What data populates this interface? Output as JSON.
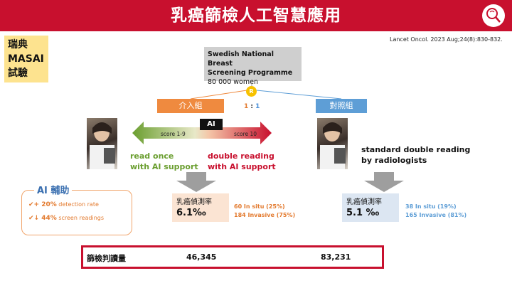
{
  "header": {
    "title": "乳癌篩檢人工智慧應用"
  },
  "study_label": {
    "line1": "瑞典",
    "line2": "MASAI",
    "line3": "試驗"
  },
  "citation": "Lancet Oncol. 2023 Aug;24(8):830-832.",
  "programme": {
    "name_line1": "Swedish National Breast",
    "name_line2": "Screening Programme",
    "population": "80 000 women"
  },
  "randomization": {
    "symbol": "R",
    "ratio_a": "1",
    "ratio_sep": " : ",
    "ratio_b": "1"
  },
  "intervention": {
    "tab_label": "介入組",
    "ai_tag": "AI",
    "score_low": "score 1-9",
    "score_high": "score 10",
    "read_once_line1": "read once",
    "read_once_line2": "with AI support",
    "double_line1": "double reading",
    "double_line2": "with AI support",
    "rate_label": "乳癌偵測率",
    "rate_value": "6.1‰",
    "detail_line1": "60 In situ (25%)",
    "detail_line2": "184 Invasive (75%)"
  },
  "control": {
    "tab_label": "對照組",
    "desc_line1": "standard double reading",
    "desc_line2": "by radiologists",
    "rate_label": "乳癌偵測率",
    "rate_value": "5.1 ‰",
    "detail_line1": "38 In situ (19%)",
    "detail_line2": "165 Invasive (81%)"
  },
  "ai_aid": {
    "title": "AI 輔助",
    "line1_value": "+ 20%",
    "line1_text": " detection rate",
    "line2_value": " 44%",
    "line2_text": " screen readings"
  },
  "reads": {
    "label": "篩檢判讀量",
    "intervention": "46,345",
    "control": "83,231"
  },
  "colors": {
    "brand_red": "#c8102e",
    "orange": "#ef8a3f",
    "blue": "#5e9ed6",
    "green": "#6a9e2f",
    "yellow": "#fde38f"
  },
  "icons": {
    "logo": "magnifier-logo-icon",
    "check": "check-icon",
    "down": "down-arrow-icon"
  }
}
